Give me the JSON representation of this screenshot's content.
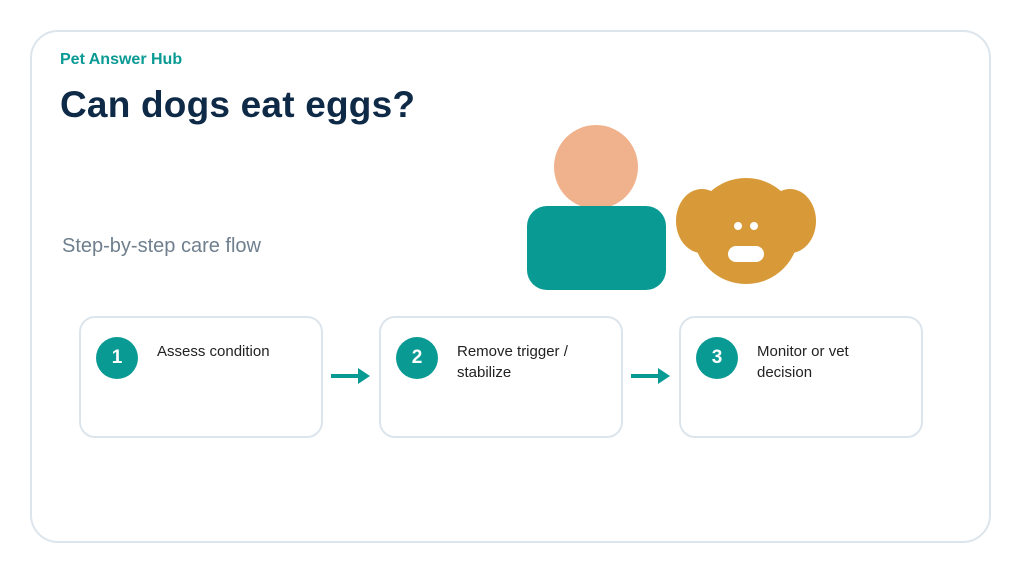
{
  "header": {
    "brand": "Pet Answer Hub",
    "title": "Can dogs eat eggs?",
    "subtitle": "Step-by-step care flow"
  },
  "steps": [
    {
      "number": "1",
      "label": "Assess condition"
    },
    {
      "number": "2",
      "label": "Remove trigger / stabilize"
    },
    {
      "number": "3",
      "label": "Monitor or vet decision"
    }
  ],
  "illustration": {
    "icons": [
      "person-icon",
      "dog-face-icon"
    ],
    "colors": {
      "person_head": "#f0b28c",
      "person_body": "#0a9a94",
      "dog_face": "#d89a38",
      "dog_features": "#ffffff"
    }
  },
  "colors": {
    "accent": "#0a9a94",
    "title": "#0e2a47",
    "subtitle": "#6f7f8e",
    "border": "#dde5ec"
  }
}
